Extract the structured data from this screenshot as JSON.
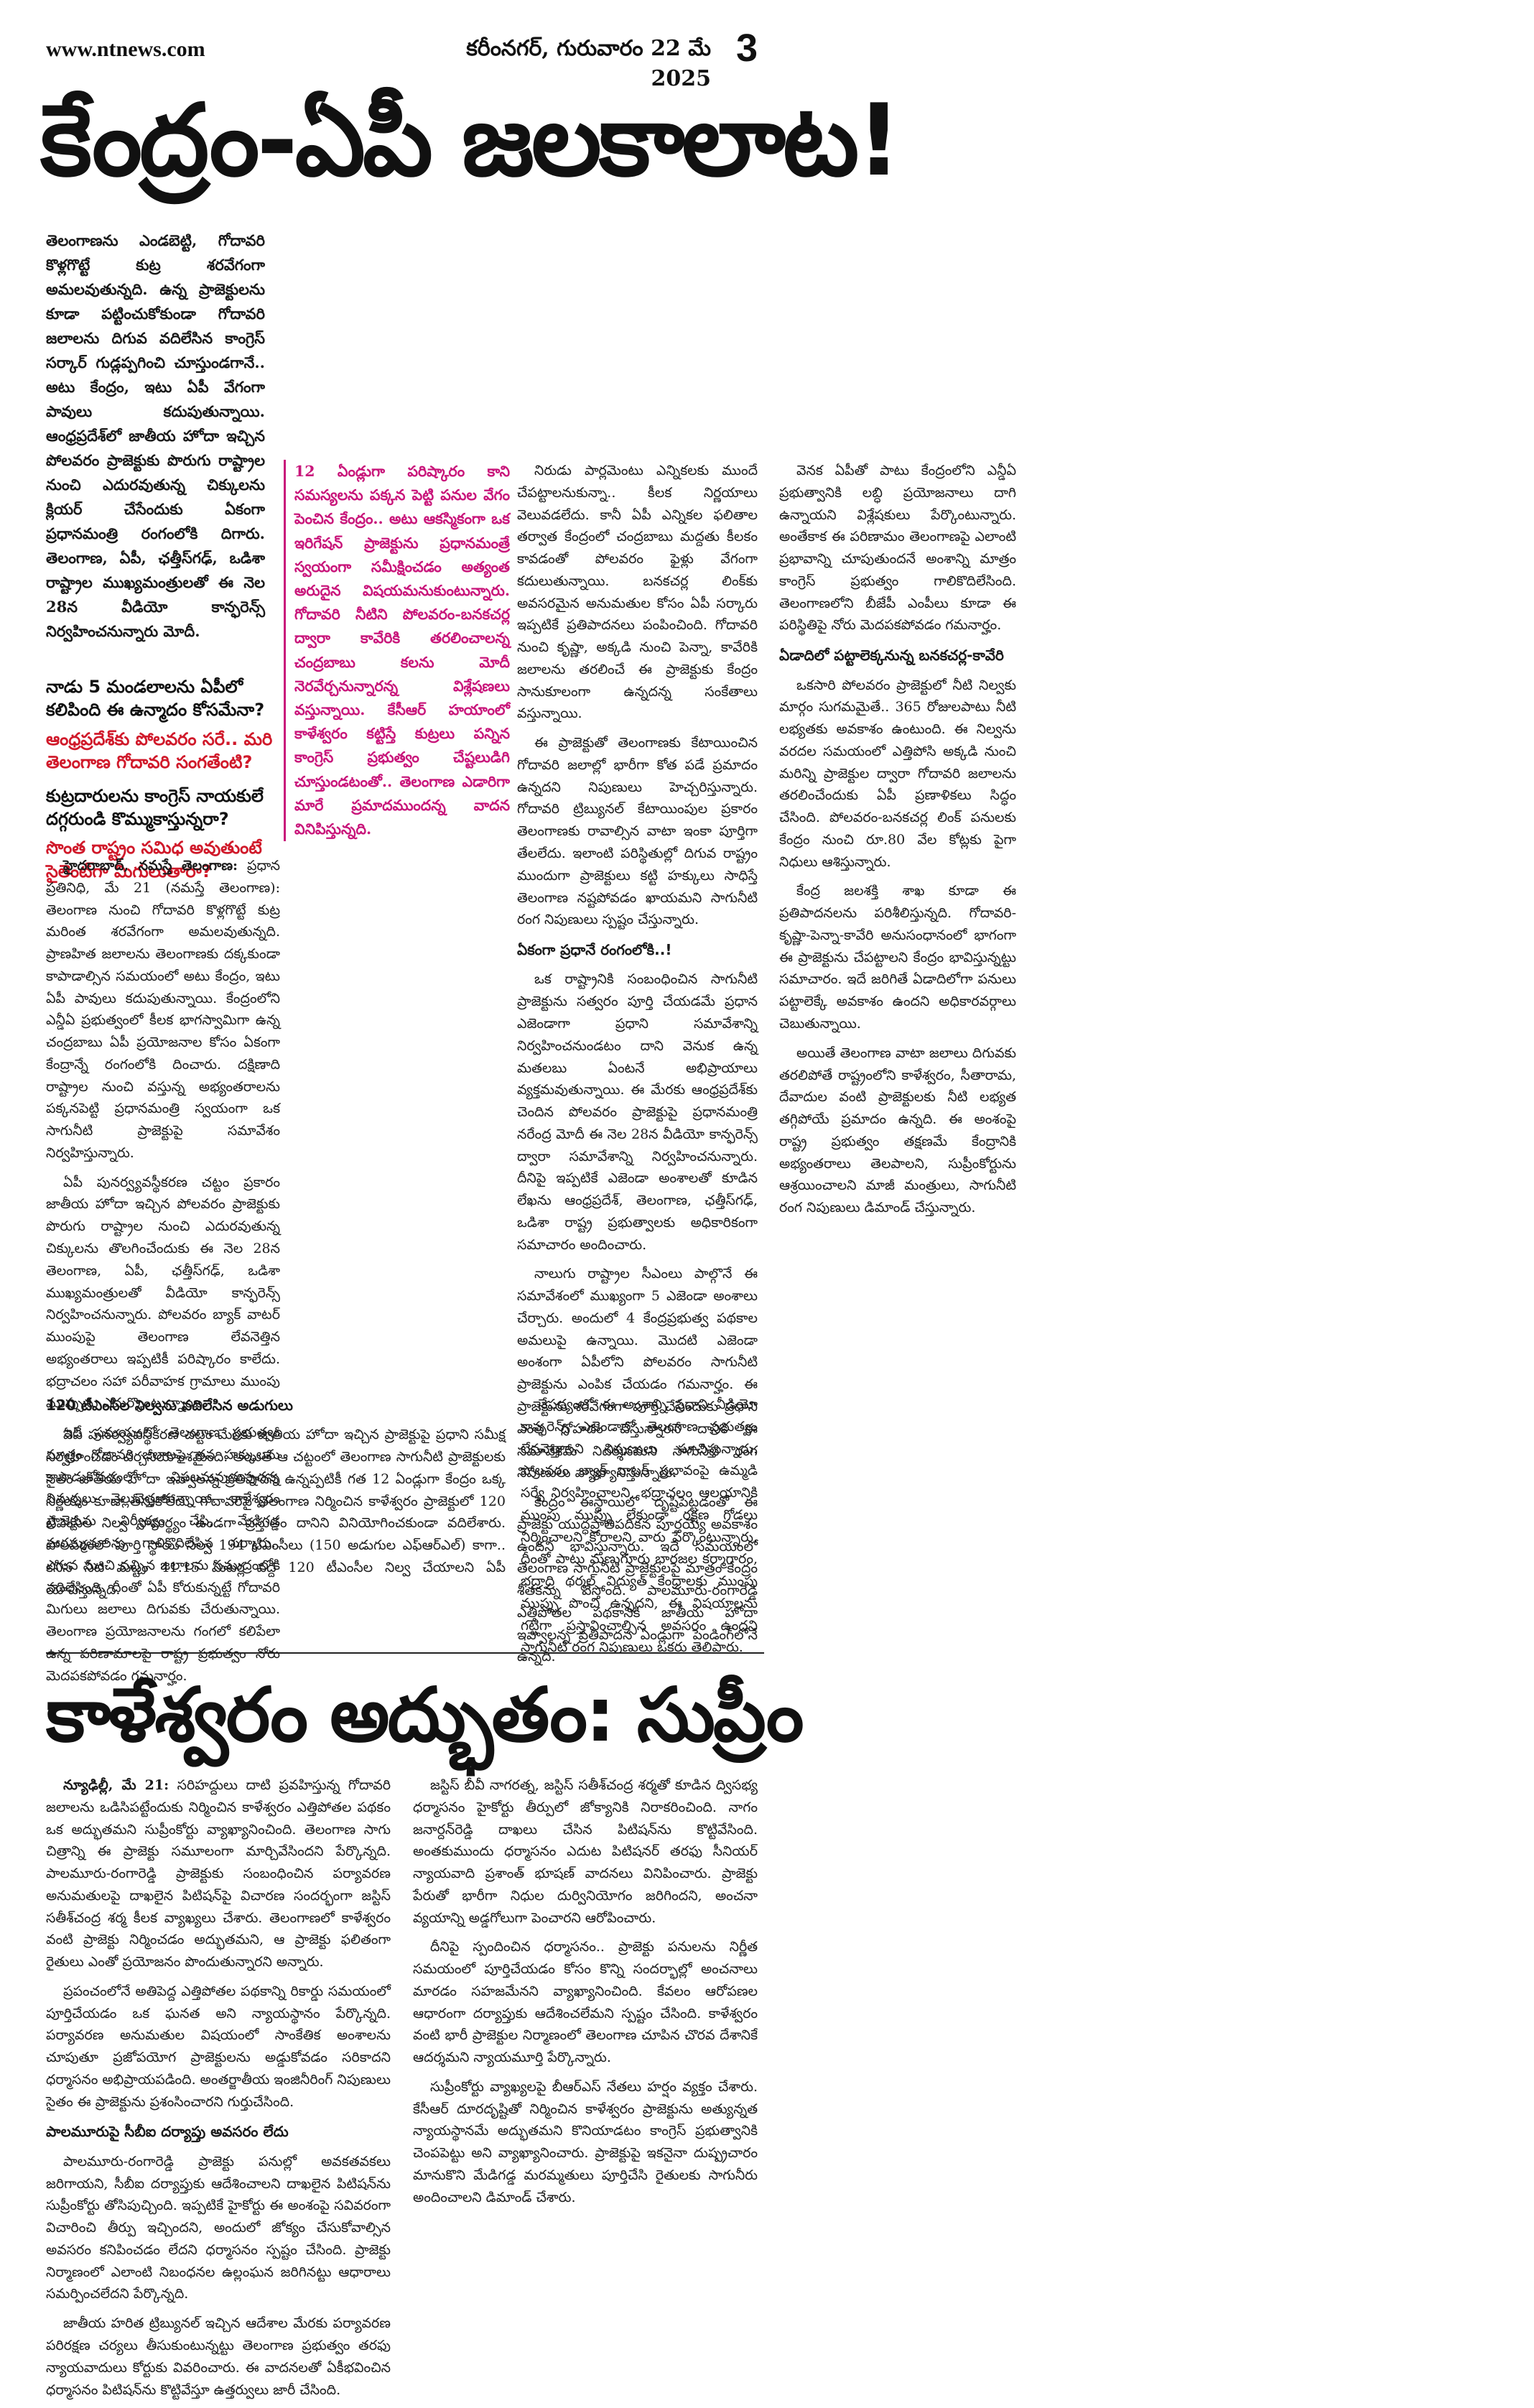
{
  "masthead": {
    "url": "www.ntnews.com",
    "date": "కరీంనగర్, గురువారం 22 మే 2025",
    "page_number": "3"
  },
  "story1": {
    "headline": "కేంద్రం-ఏపీ జలకాలాట!",
    "lead": "తెలంగాణను ఎండబెట్టి, గోదావరి కొళ్లగొట్టే కుట్ర శరవేగంగా అమలవుతున్నది. ఉన్న ప్రాజెక్టులను కూడా పట్టించుకోకుండా గోదావరి జలాలను దిగువ వదిలేసిన కాంగ్రెస్ సర్కార్ గుడ్లప్పగించి చూస్తుండగానే.. అటు కేంద్రం, ఇటు ఏపీ వేగంగా పావులు కదుపుతున్నాయి. ఆంధ్రప్రదేశ్‌లో జాతీయ హోదా ఇచ్చిన పోలవరం ప్రాజెక్టుకు పొరుగు రాష్ట్రాల నుంచి ఎదురవుతున్న చిక్కులను క్లియర్ చేసేందుకు ఏకంగా ప్రధానమంత్రి రంగంలోకి దిగారు. తెలంగాణ, ఏపీ, ఛత్తీస్‌గఢ్, ఒడిశా రాష్ట్రాల ముఖ్యమంత్రులతో ఈ నెల 28న వీడియో కాన్ఫరెన్స్ నిర్వహించనున్నారు మోదీ.",
    "note": "12 ఏండ్లుగా పరిష్కారం కాని సమస్యలను పక్కన పెట్టి పనుల వేగం పెంచిన కేంద్రం.. అటు ఆకస్మికంగా ఒక ఇరిగేషన్ ప్రాజెక్టును ప్రధానమంత్రే స్వయంగా సమీక్షించడం అత్యంత అరుదైన విషయమనుకుంటున్నారు. గోదావరి నీటిని పోలవరం-బనకచర్ల ద్వారా కావేరికి తరలించాలన్న చంద్రబాబు కలను మోదీ నెరవేర్చనున్నారన్న విశ్లేషణలు వస్తున్నాయి. కేసీఆర్ హయాంలో కాళేశ్వరం కట్టిస్తే కుట్రలు పన్నిన కాంగ్రెస్ ప్రభుత్వం చేష్టలుడిగి చూస్తుండటంతో.. తెలంగాణ ఎడారిగా మారే ప్రమాదముందన్న వాదన వినిపిస్తున్నది.",
    "questions": [
      {
        "text": "నాడు 5 మండలాలను ఏపీలో కలిపింది ఈ ఉన్మాదం కోసమేనా?",
        "style": "black"
      },
      {
        "text": "ఆంధ్రప్రదేశ్‌కు పోలవరం సరే.. మరి తెలంగాణ గోదావరి సంగతేంటి?",
        "style": "red"
      },
      {
        "text": "కుట్రదారులను కాంగ్రెస్ నాయకులే దగ్గరుండి కొమ్ముకాస్తున్నరా?",
        "style": "black"
      },
      {
        "text": "సొంత రాష్ట్రం సమిధ అవుతుంటే సైలెంట్‌గా మిగులుతారా?",
        "style": "red"
      }
    ],
    "dateline": "హైదరాబాద్, నమస్తే తెలంగాణ:",
    "col1_paras": [
      "ప్రధాన ప్రతినిధి, మే 21 (నమస్తే తెలంగాణ): తెలంగాణ నుంచి గోదావరి కొళ్లగొట్టే కుట్ర మరింత శరవేగంగా అమలవుతున్నది. ప్రాణహిత జలాలను తెలంగాణకు దక్కకుండా కాపాడాల్సిన సమయంలో అటు కేంద్రం, ఇటు ఏపీ పావులు కదుపుతున్నాయి. కేంద్రంలోని ఎన్డీఏ ప్రభుత్వంలో కీలక భాగస్వామిగా ఉన్న చంద్రబాబు ఏపీ ప్రయోజనాల కోసం ఏకంగా కేంద్రాన్నే రంగంలోకి దించారు. దక్షిణాది రాష్ట్రాల నుంచి వస్తున్న అభ్యంతరాలను పక్కనపెట్టి ప్రధానమంత్రి స్వయంగా ఒక సాగునీటి ప్రాజెక్టుపై సమావేశం నిర్వహిస్తున్నారు.",
      "ఏపీ పునర్వ్యవస్థీకరణ చట్టం ప్రకారం జాతీయ హోదా ఇచ్చిన పోలవరం ప్రాజెక్టుకు పొరుగు రాష్ట్రాల నుంచి ఎదురవుతున్న చిక్కులను తొలగించేందుకు ఈ నెల 28న తెలంగాణ, ఏపీ, ఛత్తీస్‌గఢ్, ఒడిశా ముఖ్యమంత్రులతో వీడియో కాన్ఫరెన్స్ నిర్వహించనున్నారు. పోలవరం బ్యాక్ వాటర్ ముంపుపై తెలంగాణ లేవనెత్తిన అభ్యంతరాలు ఇప్పటికీ పరిష్కారం కాలేదు. భద్రాచలం సహా పరీవాహక గ్రామాలు ముంపు ముప్పును ఎదుర్కొంటున్నాయి.",
      "ఇదే సమయంలో తెలంగాణ ప్రభుత్వం మాత్రం గోదావరి జలాలపై తన హక్కులను కాపాడుకోవడంలో విఫలమవుతున్నదన్న విమర్శలు వెల్లువెత్తుతున్నాయి. కాళేశ్వరం ప్రాజెక్టును నిర్వీర్యం చేసి, మేడిగడ్డ మరమ్మతులను గాలికొదిలేసిన సర్కారు.. ఎగువ నుంచి వచ్చిన జలాలను సముద్రంలోకి వదిలేసింది. దీంతో ఏపీ కోరుకున్నట్టే గోదావరి మిగులు జలాలు దిగువకు చేరుతున్నాయి. తెలంగాణ ప్రయోజనాలను గంగలో కలిపేలా ఉన్న పరిణామాలపై రాష్ట్ర ప్రభుత్వం నోరు మెదపకపోవడం గమనార్హం."
    ],
    "col2_paras": [
      "నిరుడు పార్లమెంటు ఎన్నికలకు ముందే చేపట్టాలనుకున్నా.. కీలక నిర్ణయాలు వెలువడలేదు. కానీ ఏపీ ఎన్నికల ఫలితాల తర్వాత కేంద్రంలో చంద్రబాబు మద్దతు కీలకం కావడంతో పోలవరం ఫైళ్లు వేగంగా కదులుతున్నాయి. బనకచర్ల లింక్‌కు అవసరమైన అనుమతుల కోసం ఏపీ సర్కారు ఇప్పటికే ప్రతిపాదనలు పంపించింది. గోదావరి నుంచి కృష్ణా, అక్కడి నుంచి పెన్నా, కావేరికి జలాలను తరలించే ఈ ప్రాజెక్టుకు కేంద్రం సానుకూలంగా ఉన్నదన్న సంకేతాలు వస్తున్నాయి.",
      "ఈ ప్రాజెక్టుతో తెలంగాణకు కేటాయించిన గోదావరి జలాల్లో భారీగా కోత పడే ప్రమాదం ఉన్నదని నిపుణులు హెచ్చరిస్తున్నారు. గోదావరి ట్రిబ్యునల్ కేటాయింపుల ప్రకారం తెలంగాణకు రావాల్సిన వాటా ఇంకా పూర్తిగా తేలలేదు. ఇలాంటి పరిస్థితుల్లో దిగువ రాష్ట్రం ముందుగా ప్రాజెక్టులు కట్టి హక్కులు సాధిస్తే తెలంగాణ నష్టపోవడం ఖాయమని సాగునీటి రంగ నిపుణులు స్పష్టం చేస్తున్నారు."
    ],
    "col2_subhead": "ఏకంగా ప్రధానే రంగంలోకి..!",
    "col2_paras_b": [
      "ఒక రాష్ట్రానికి సంబంధించిన సాగునీటి ప్రాజెక్టును సత్వరం పూర్తి చేయడమే ప్రధాన ఎజెండాగా ప్రధాని సమావేశాన్ని నిర్వహించనుండటం దాని వెనుక ఉన్న మతలబు ఏంటనే అభిప్రాయాలు వ్యక్తమవుతున్నాయి. ఈ మేరకు ఆంధ్రప్రదేశ్‌కు చెందిన పోలవరం ప్రాజెక్టుపై ప్రధానమంత్రి నరేంద్ర మోదీ ఈ నెల 28న వీడియో కాన్ఫరెన్స్ ద్వారా సమావేశాన్ని నిర్వహించనున్నారు. దీనిపై ఇప్పటికే ఎజెండా అంశాలతో కూడిన లేఖను ఆంధ్రప్రదేశ్, తెలంగాణ, ఛత్తీస్‌గఢ్, ఒడిశా రాష్ట్ర ప్రభుత్వాలకు అధికారికంగా సమాచారం అందించారు.",
      "నాలుగు రాష్ట్రాల సీఎంలు పాల్గొనే ఈ సమావేశంలో ముఖ్యంగా 5 ఎజెండా అంశాలు చేర్చారు. అందులో 4 కేంద్రప్రభుత్వ పథకాల అమలుపై ఉన్నాయి. మొదటి ఎజెండా అంశంగా ఏపీలోని పోలవరం సాగునీటి ప్రాజెక్టును ఎంపిక చేయడం గమనార్హం. ఈ ప్రాజెక్టును శరవేగంగా పూర్తి చేసేందుకు ప్రధాని ఎంత దోహదం చేస్తున్నారనే దానికి ఈ సమావేశమే నిదర్శనమని సాగునీటి రంగ నిపుణులు వ్యాఖ్యానిస్తున్నారు.",
      "కేంద్రం ఈస్థాయిలో దృష్టిపెట్టడంతో ఈ ప్రాజెక్టు యుద్ధప్రాతిపదికన పూర్తయ్యే అవకాశం ఉందని భావిస్తున్నారు. ఇదే సమయంలో తెలంగాణ సాగునీటి ప్రాజెక్టులపై మాత్రం కేంద్రం శీతకన్ను వేస్తోంది. పాలమూరు-రంగారెడ్డి ఎత్తిపోతల పథకానికి జాతీయ హోదా ఇవ్వాలన్న ప్రతిపాదన ఏండ్లుగా పెండింగ్‌లోనే ఉన్నది."
    ],
    "col3_paras": [
      "వెనక ఏపీతో పాటు కేంద్రంలోని ఎన్డీఏ ప్రభుత్వానికి లబ్ధి ప్రయోజనాలు దాగి ఉన్నాయని విశ్లేషకులు పేర్కొంటున్నారు. అంతేకాక ఈ పరిణామం తెలంగాణపై ఎలాంటి ప్రభావాన్ని చూపుతుందనే అంశాన్ని మాత్రం కాంగ్రెస్ ప్రభుత్వం గాలికొదిలేసింది. తెలంగాణలోని బీజేపీ ఎంపీలు కూడా ఈ పరిస్థితిపై నోరు మెదపకపోవడం గమనార్హం."
    ],
    "col3_subhead": "ఏడాదిలో పట్టాలెక్కనున్న బనకచర్ల-కావేరి",
    "col3_paras_b": [
      "ఒకసారి పోలవరం ప్రాజెక్టులో నీటి నిల్వకు మార్గం సుగమమైతే.. 365 రోజులపాటు నీటి లభ్యతకు అవకాశం ఉంటుంది. ఈ నిల్వను వరదల సమయంలో ఎత్తిపోసి అక్కడి నుంచి మరిన్ని ప్రాజెక్టుల ద్వారా గోదావరి జలాలను తరలించేందుకు ఏపీ ప్రణాళికలు సిద్ధం చేసింది. పోలవరం-బనకచర్ల లింక్ పనులకు కేంద్రం నుంచి రూ.80 వేల కోట్లకు పైగా నిధులు ఆశిస్తున్నారు.",
      "కేంద్ర జలశక్తి శాఖ కూడా ఈ ప్రతిపాదనలను పరిశీలిస్తున్నది. గోదావరి-కృష్ణా-పెన్నా-కావేరి అనుసంధానంలో భాగంగా ఈ ప్రాజెక్టును చేపట్టాలని కేంద్రం భావిస్తున్నట్టు సమాచారం. ఇదే జరిగితే ఏడాదిలోగా పనులు పట్టాలెక్కే అవకాశం ఉందని అధికారవర్గాలు చెబుతున్నాయి.",
      "అయితే తెలంగాణ వాటా జలాలు దిగువకు తరలిపోతే రాష్ట్రంలోని కాళేశ్వరం, సీతారామ, దేవాదుల వంటి ప్రాజెక్టులకు నీటి లభ్యత తగ్గిపోయే ప్రమాదం ఉన్నది. ఈ అంశంపై రాష్ట్ర ప్రభుత్వం తక్షణమే కేంద్రానికి అభ్యంతరాలు తెలపాలని, సుప్రీంకోర్టును ఆశ్రయించాలని మాజీ మంత్రులు, సాగునీటి రంగ నిపుణులు డిమాండ్ చేస్తున్నారు."
    ],
    "bottom_subhead": "120 టీఎంసీల నిల్వను వదిలేసిన అడుగులు",
    "bottom_left": [
      "ఏపీ పునర్వ్యవస్థీకరణ చట్టం మేరకు జాతీయ హోదా ఇచ్చిన ప్రాజెక్టుపై ప్రధాని సమీక్ష నిర్వహించడం చర్చనీయాంశమైంది. అయితే ఆ చట్టంలో తెలంగాణ సాగునీటి ప్రాజెక్టులకు సైతం జాతీయ హోదా ఇవ్వాలన్న ప్రతిపాదన ఉన్నప్పటికీ గత 12 ఏండ్లుగా కేంద్రం ఒక్క నిర్ణయం కూడా తీసుకోలేదు. గోదావరిపై తెలంగాణ నిర్మించిన కాళేశ్వరం ప్రాజెక్టులో 120 టీఎంసీల నిల్వ సామర్థ్యం ఉండగా ప్రస్తుతం దానిని వినియోగించకుండా వదిలేశారు. పోలవరంలో పూర్తి స్థాయి నిల్వ 194 టీఎంసీలు (150 అడుగుల ఎఫ్ఆర్ఎల్) కాగా.. కనీస నీటి మట్టం 41.15 మీటర్ల వద్ద 120 టీఎంసీల నిల్వ చేయాలని ఏపీ యోచిస్తున్నది."
    ],
    "bottom_right": [
      "నేపథ్యంలో ఈ అంశాన్ని ప్రధాని వీడియో కాన్ఫరెన్స్ ఎజెండాలో తెలంగాణ ప్రభుత్వం లేవనెత్తాలని నిపుణులు సూచిస్తున్నారు. పోలవరం బ్యాక్ వాటర్ ప్రభావంపై ఉమ్మడి సర్వే నిర్వహించాలని, భద్రాచలం ఆలయానికి ముంపు ముప్పు లేకుండా రక్షణ గోడలు నిర్మించాలని కోరాలని వారు పేర్కొంటున్నారు. దీంతో పాటు మణుగూరు భారజల కర్మాగారం, భద్రాద్రి థర్మల్ విద్యుత్ కేంద్రాలకు ముంపు ముప్పు పొంచి ఉన్నదని, ఈ విషయాలను గట్టిగా ప్రస్తావించాల్సిన అవసరం ఉందని సాగునీటి రంగ నిపుణులు ఒకరు తెలిపారు."
    ]
  },
  "story2": {
    "headline": "కాళేశ్వరం అద్భుతం: సుప్రీం",
    "dateline": "న్యూఢిల్లీ, మే 21:",
    "col_left": [
      "సరిహద్దులు దాటి ప్రవహిస్తున్న గోదావరి జలాలను ఒడిసిపట్టేందుకు నిర్మించిన కాళేశ్వరం ఎత్తిపోతల పథకం ఒక అద్భుతమని సుప్రీంకోర్టు వ్యాఖ్యానించింది. తెలంగాణ సాగు చిత్రాన్ని ఈ ప్రాజెక్టు సమూలంగా మార్చివేసిందని పేర్కొన్నది. పాలమూరు-రంగారెడ్డి ప్రాజెక్టుకు సంబంధించిన పర్యావరణ అనుమతులపై దాఖలైన పిటిషన్‌పై విచారణ సందర్భంగా జస్టిస్ సతీశ్‌చంద్ర శర్మ కీలక వ్యాఖ్యలు చేశారు. తెలంగాణలో కాళేశ్వరం వంటి ప్రాజెక్టు నిర్మించడం అద్భుతమని, ఆ ప్రాజెక్టు ఫలితంగా రైతులు ఎంతో ప్రయోజనం పొందుతున్నారని అన్నారు.",
      "ప్రపంచంలోనే అతిపెద్ద ఎత్తిపోతల పథకాన్ని రికార్డు సమయంలో పూర్తిచేయడం ఒక ఘనత అని న్యాయస్థానం పేర్కొన్నది. పర్యావరణ అనుమతుల విషయంలో సాంకేతిక అంశాలను చూపుతూ ప్రజోపయోగ ప్రాజెక్టులను అడ్డుకోవడం సరికాదని ధర్మాసనం అభిప్రాయపడింది. అంతర్జాతీయ ఇంజినీరింగ్ నిపుణులు సైతం ఈ ప్రాజెక్టును ప్రశంసించారని గుర్తుచేసింది."
    ],
    "col_left_subhead": "పాలమూరుపై సీబీఐ దర్యాప్తు అవసరం లేదు",
    "col_left_b": [
      "పాలమూరు-రంగారెడ్డి ప్రాజెక్టు పనుల్లో అవకతవకలు జరిగాయని, సీబీఐ దర్యాప్తుకు ఆదేశించాలని దాఖలైన పిటిషన్‌ను సుప్రీంకోర్టు తోసిపుచ్చింది. ఇప్పటికే హైకోర్టు ఈ అంశంపై సవివరంగా విచారించి తీర్పు ఇచ్చిందని, అందులో జోక్యం చేసుకోవాల్సిన అవసరం కనిపించడం లేదని ధర్మాసనం స్పష్టం చేసింది. ప్రాజెక్టు నిర్మాణంలో ఎలాంటి నిబంధనల ఉల్లంఘన జరిగినట్టు ఆధారాలు సమర్పించలేదని పేర్కొన్నది.",
      "జాతీయ హరిత ట్రిబ్యునల్ ఇచ్చిన ఆదేశాల మేరకు పర్యావరణ పరిరక్షణ చర్యలు తీసుకుంటున్నట్టు తెలంగాణ ప్రభుత్వం తరఫు న్యాయవాదులు కోర్టుకు వివరించారు. ఈ వాదనలతో ఏకీభవించిన ధర్మాసనం పిటిషన్‌ను కొట్టివేస్తూ ఉత్తర్వులు జారీ చేసింది."
    ],
    "col_right": [
      "జస్టిస్ బీవీ నాగరత్న, జస్టిస్ సతీశ్‌చంద్ర శర్మతో కూడిన ద్విసభ్య ధర్మాసనం హైకోర్టు తీర్పులో జోక్యానికి నిరాకరించింది. నాగం జనార్దన్‌రెడ్డి దాఖలు చేసిన పిటిషన్‌ను కొట్టివేసింది. అంతకుముందు ధర్మాసనం ఎదుట పిటిషనర్ తరఫు సీనియర్ న్యాయవాది ప్రశాంత్ భూషణ్ వాదనలు వినిపించారు. ప్రాజెక్టు పేరుతో భారీగా నిధుల దుర్వినియోగం జరిగిందని, అంచనా వ్యయాన్ని అడ్డగోలుగా పెంచారని ఆరోపించారు.",
      "దీనిపై స్పందించిన ధర్మాసనం.. ప్రాజెక్టు పనులను నిర్ణీత సమయంలో పూర్తిచేయడం కోసం కొన్ని సందర్భాల్లో అంచనాలు మారడం సహజమేనని వ్యాఖ్యానించింది. కేవలం ఆరోపణల ఆధారంగా దర్యాప్తుకు ఆదేశించలేమని స్పష్టం చేసింది. కాళేశ్వరం వంటి భారీ ప్రాజెక్టుల నిర్మాణంలో తెలంగాణ చూపిన చొరవ దేశానికే ఆదర్శమని న్యాయమూర్తి పేర్కొన్నారు.",
      "సుప్రీంకోర్టు వ్యాఖ్యలపై బీఆర్‌ఎస్ నేతలు హర్షం వ్యక్తం చేశారు. కేసీఆర్ దూరదృష్టితో నిర్మించిన కాళేశ్వరం ప్రాజెక్టును అత్యున్నత న్యాయస్థానమే అద్భుతమని కొనియాడటం కాంగ్రెస్ ప్రభుత్వానికి చెంపపెట్టు అని వ్యాఖ్యానించారు. ప్రాజెక్టుపై ఇకనైనా దుష్ప్రచారం మానుకొని మేడిగడ్డ మరమ్మతులు పూర్తిచేసి రైతులకు సాగునీరు అందించాలని డిమాండ్ చేశారు."
    ]
  }
}
